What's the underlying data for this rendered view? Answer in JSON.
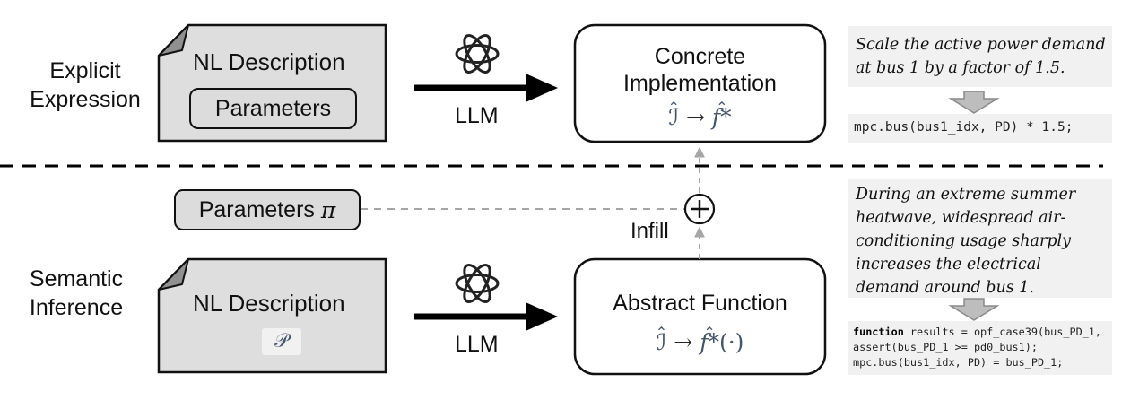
{
  "rows": {
    "explicit": {
      "label_line1": "Explicit",
      "label_line2": "Expression"
    },
    "semantic": {
      "label_line1": "Semantic",
      "label_line2": "Inference"
    }
  },
  "top": {
    "doc_title": "NL Description",
    "params_label": "Parameters",
    "llm_label": "LLM",
    "impl_line1": "Concrete",
    "impl_line2": "Implementation",
    "impl_formula_I": "ℐ",
    "impl_formula_arrow": "→",
    "impl_formula_f": "f*",
    "note_text": "Scale the active power demand at bus 1 by a factor of 1.5.",
    "code_line": "mpc.bus(bus1_idx, PD) * 1.5;"
  },
  "bottom": {
    "params_label": "Parameters",
    "params_symbol": "π",
    "infill_label": "Infill",
    "plus_symbol": "+",
    "doc_title": "NL Description",
    "doc_symbol": "𝒫",
    "llm_label": "LLM",
    "abstract_label": "Abstract Function",
    "abs_formula_I": "ℐ",
    "abs_formula_arrow": "→",
    "abs_formula_f": "f*",
    "abs_formula_arg": "(·)",
    "note_text": "During an extreme summer heatwave, widespread air-conditioning usage sharply increases the electrical demand around bus 1.",
    "code_keyword": "function",
    "code_line1_rest": " results = opf_case39(bus_PD_1,",
    "code_line2": "assert(bus_PD_1 >= pd0_bus1);",
    "code_line3": "mpc.bus(bus1_idx, PD) = bus_PD_1;"
  },
  "icons": [
    "document-icon",
    "llm-atom-icon",
    "arrow-right-icon",
    "arrow-down-icon",
    "plus-circle-icon"
  ],
  "colors": {
    "note_bg": "#f1f1f1",
    "param_fill": "#dcdcdc",
    "dashed_gray": "#a0a0a0",
    "math_blue": "#44546a"
  }
}
